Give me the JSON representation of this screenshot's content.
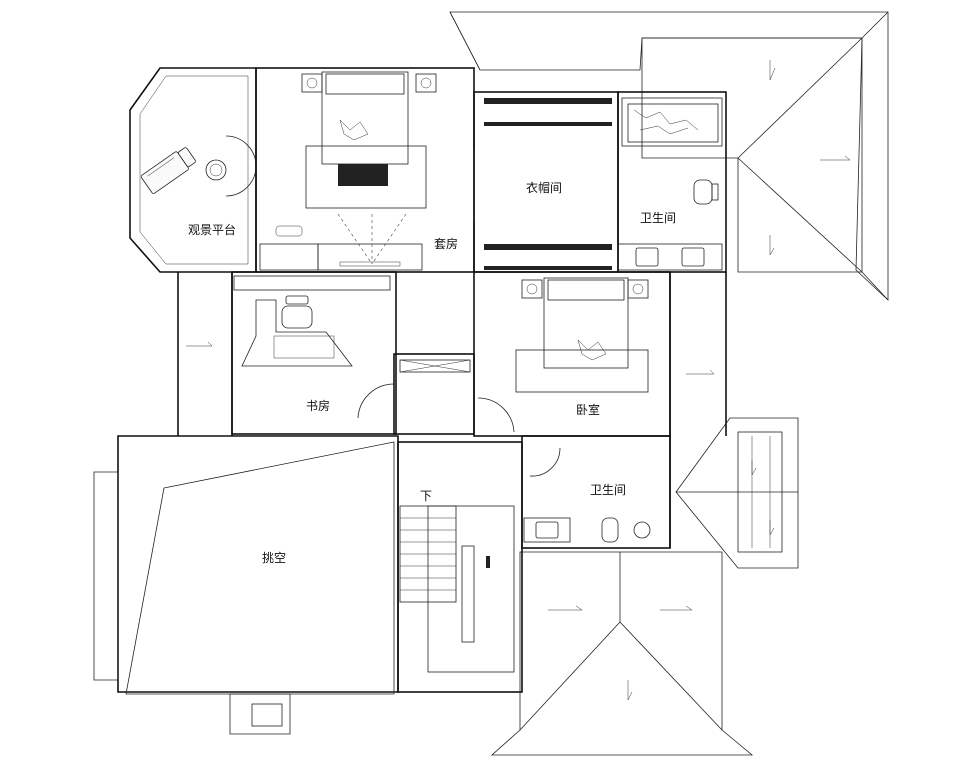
{
  "rooms": {
    "viewing_platform": "观景平台",
    "suite": "套房",
    "closet": "衣帽间",
    "bath_suite": "卫生间",
    "bedroom": "卧室",
    "study": "书房",
    "bath_bedroom": "卫生间",
    "open_void": "挑空"
  },
  "stairs": {
    "down_label": "下"
  }
}
